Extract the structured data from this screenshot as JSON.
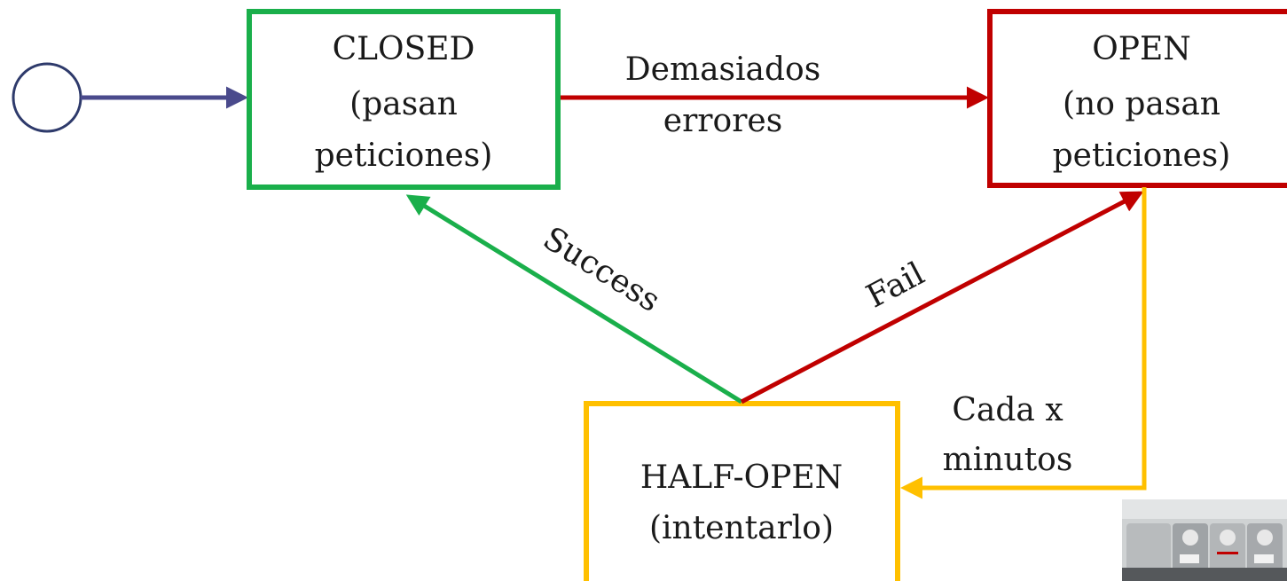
{
  "states": {
    "closed": {
      "line1": "CLOSED",
      "line2": "(pasan",
      "line3": "peticiones)"
    },
    "open": {
      "line1": "OPEN",
      "line2": "(no pasan",
      "line3": "peticiones)"
    },
    "half_open": {
      "line1": "HALF-OPEN",
      "line2": "(intentarlo)"
    }
  },
  "transitions": {
    "closed_to_open": {
      "line1": "Demasiados",
      "line2": "errores"
    },
    "half_open_to_closed": "Success",
    "half_open_to_open": "Fail",
    "open_to_half_open": {
      "line1": "Cada x",
      "line2": "minutos"
    }
  },
  "colors": {
    "closed": "#1aaf4b",
    "open": "#c00000",
    "half_open": "#ffc000",
    "initial": "#4a4a8c",
    "initial_circle": "#2e3a6b"
  }
}
